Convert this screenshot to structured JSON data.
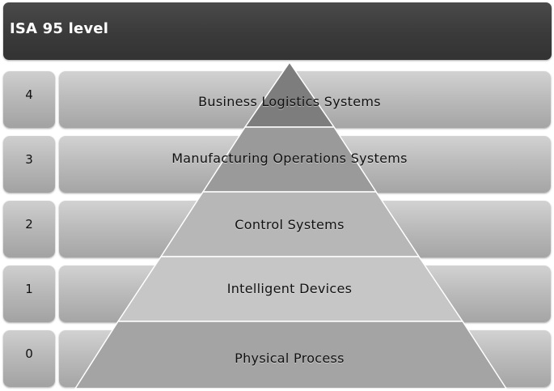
{
  "header": {
    "title": "ISA 95 level"
  },
  "levels": [
    {
      "number": "4",
      "label": "Business Logistics Systems",
      "color": "#7d7d7d"
    },
    {
      "number": "3",
      "label": "Manufacturing Operations Systems",
      "color": "#9a9a9a"
    },
    {
      "number": "2",
      "label": "Control Systems",
      "color": "#b7b7b7"
    },
    {
      "number": "1",
      "label": "Intelligent Devices",
      "color": "#c6c6c6"
    },
    {
      "number": "0",
      "label": "Physical Process",
      "color": "#a4a4a4"
    }
  ]
}
